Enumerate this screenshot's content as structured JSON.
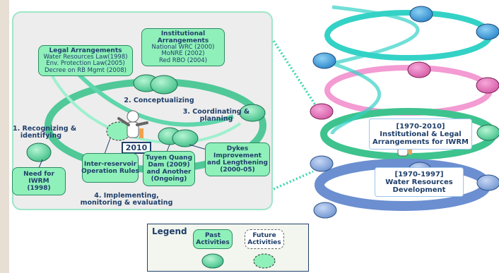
{
  "stages": {
    "recognizing": [
      "1. Recognizing &",
      "identifying"
    ],
    "conceptualizing": "2. Conceptualizing",
    "coordinating": [
      "3. Coordinating &",
      "planning"
    ],
    "implementing": [
      "4. Implementing,",
      "monitoring & evaluating"
    ]
  },
  "year_marker": "2010",
  "activities": {
    "legal": {
      "title": "Legal Arrangements",
      "lines": [
        "Water Resources Law(1998)",
        "Env. Protection Law(2005)",
        "Decree on RB Mgmt (2008)"
      ]
    },
    "institutional": {
      "title": [
        "Institutional",
        "Arrangements"
      ],
      "lines": [
        "National WRC (2000)",
        "MoNRE (2002)",
        "Red RBO (2004)"
      ]
    },
    "need": [
      "Need for",
      "IWRM",
      "(1998)"
    ],
    "inter_reservoir": [
      "Inter-reservoir",
      "Operation Rules"
    ],
    "tuyen_quang": [
      "Tuyen Quang",
      "Dam (2009)",
      "and Another",
      "(Ongoing)"
    ],
    "dykes": [
      "Dykes",
      "Improvement",
      "and Lengthening",
      "(2000-05)"
    ]
  },
  "eras": {
    "iwrm": [
      "[1970-2010]",
      "Institutional & Legal",
      "Arrangements for IWRM"
    ],
    "wrd": [
      "[1970-1997]",
      "Water Resources",
      "Development"
    ]
  },
  "legend": {
    "title": "Legend",
    "past": [
      "Past",
      "Activities"
    ],
    "future": [
      "Future",
      "Activities"
    ]
  },
  "colors": {
    "panel": "#ededed",
    "panel_border": "#9ee6c8",
    "green_ring": "#3ec38e",
    "teal_ring": "#34d2c6",
    "pink_ring": "#f39bd2",
    "blue_ring": "#6b8fd0",
    "activity_fill": "#8ff0b9",
    "text": "#1f3f6a"
  }
}
